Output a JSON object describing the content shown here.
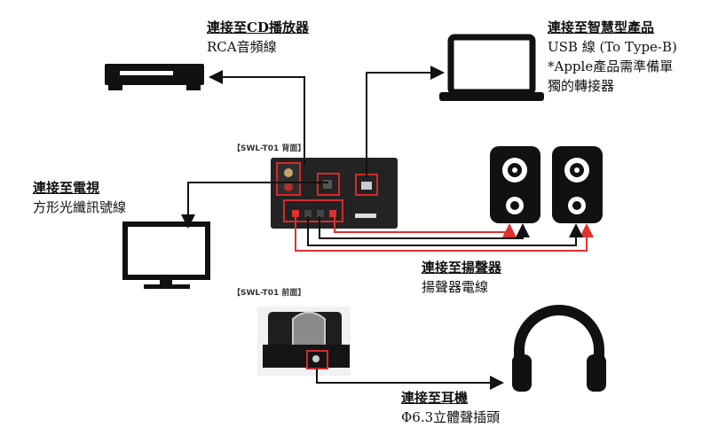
{
  "cd": {
    "title": "連接至CD播放器",
    "sub": "RCA音頻線"
  },
  "smart": {
    "title": "連接至智慧型產品",
    "sub": [
      "USB 線 (To Type-B)",
      "*Apple產品需準備單",
      "獨的轉接器"
    ]
  },
  "tv": {
    "title": "連接至電視",
    "sub": "方形光纖訊號線"
  },
  "speaker": {
    "title": "連接至揚聲器",
    "sub": "揚聲器電線"
  },
  "headphone": {
    "title": "連接至耳機",
    "sub": "Φ6.3立體聲插頭"
  },
  "captions": {
    "rear": "【SWL-T01 背面】",
    "front": "【SWL-T01 前面】"
  },
  "colors": {
    "highlight": "#d42b2b",
    "wire_red": "#e0312f",
    "wire_black": "#111111"
  }
}
